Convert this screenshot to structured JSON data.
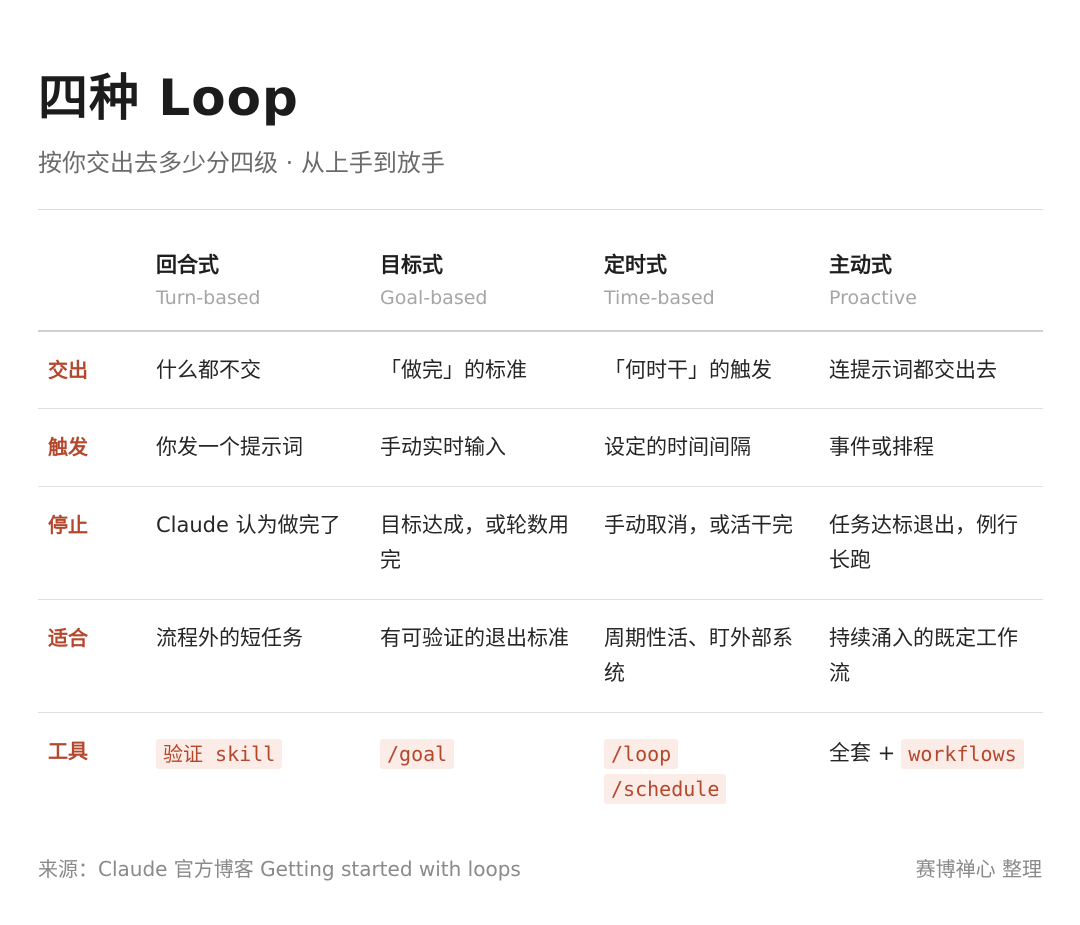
{
  "title": "四种 Loop",
  "subtitle": "按你交出去多少分四级 · 从上手到放手",
  "columns": [
    {
      "zh": "回合式",
      "en": "Turn-based"
    },
    {
      "zh": "目标式",
      "en": "Goal-based"
    },
    {
      "zh": "定时式",
      "en": "Time-based"
    },
    {
      "zh": "主动式",
      "en": "Proactive"
    }
  ],
  "rows": [
    {
      "label": "交出",
      "cells": [
        "什么都不交",
        "「做完」的标准",
        "「何时干」的触发",
        "连提示词都交出去"
      ]
    },
    {
      "label": "触发",
      "cells": [
        "你发一个提示词",
        "手动实时输入",
        "设定的时间间隔",
        "事件或排程"
      ]
    },
    {
      "label": "停止",
      "cells": [
        "Claude 认为做完了",
        "目标达成，或轮数用完",
        "手动取消，或活干完",
        "任务达标退出，例行长跑"
      ]
    },
    {
      "label": "适合",
      "cells": [
        "流程外的短任务",
        "有可验证的退出标准",
        "周期性活、盯外部系统",
        "持续涌入的既定工作流"
      ]
    }
  ],
  "tools": {
    "label": "工具",
    "turn": "验证 skill",
    "goal": "/goal",
    "time": [
      "/loop",
      "/schedule"
    ],
    "proactive_prefix": "全套 +",
    "proactive_code": "workflows"
  },
  "footer": {
    "source": "来源：Claude 官方博客 Getting started with loops",
    "credit": "赛博禅心 整理"
  }
}
